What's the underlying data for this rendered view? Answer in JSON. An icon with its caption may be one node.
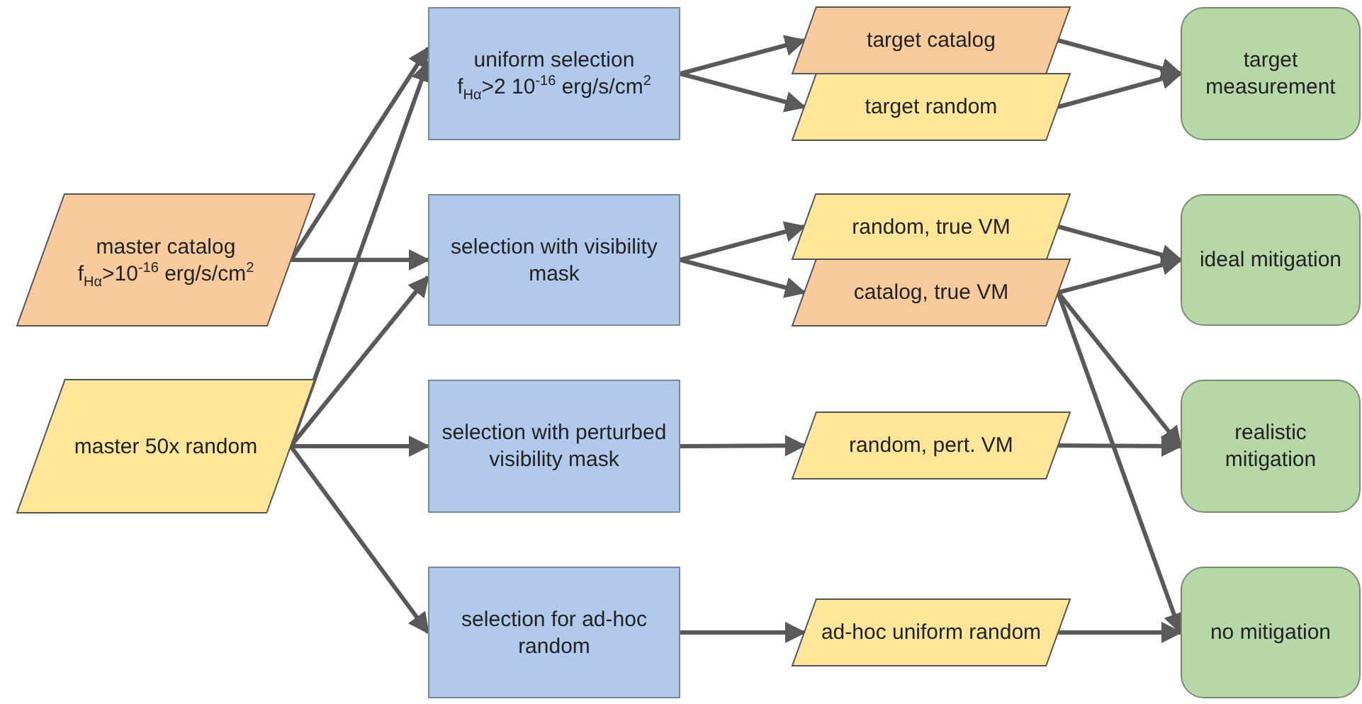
{
  "diagram": {
    "nodes": [
      {
        "text": [
          "master catalog",
          "f$_{Hα}$>10$^{-16}$ erg/s/cm$^{2}$"
        ]
      },
      {
        "text": [
          "master 50x random"
        ]
      },
      {
        "text": [
          "uniform selection",
          "f$_{Hα}$>2 10$^{-16}$ erg/s/cm$^{2}$"
        ]
      },
      {
        "text": [
          "selection with visibility mask"
        ]
      },
      {
        "text": [
          "selection with perturbed visibility mask"
        ]
      },
      {
        "text": [
          "selection for ad-hoc random"
        ]
      },
      {
        "text": [
          "target catalog"
        ]
      },
      {
        "text": [
          "target random"
        ]
      },
      {
        "text": [
          "random, true VM"
        ]
      },
      {
        "text": [
          "catalog, true VM"
        ]
      },
      {
        "text": [
          "random, pert. VM"
        ]
      },
      {
        "text": [
          "ad-hoc uniform random"
        ]
      },
      {
        "text": [
          "target measurement"
        ]
      },
      {
        "text": [
          "ideal mitigation"
        ]
      },
      {
        "text": [
          "realistic mitigation"
        ]
      },
      {
        "text": [
          "no mitigation"
        ]
      }
    ],
    "edges": [
      {
        "from": 0,
        "to": 2,
        "arrow": "to"
      },
      {
        "from": 0,
        "to": 3,
        "arrow": "to"
      },
      {
        "from": 1,
        "to": 2,
        "arrow": "to"
      },
      {
        "from": 1,
        "to": 3,
        "arrow": "to"
      },
      {
        "from": 1,
        "to": 4,
        "arrow": "to"
      },
      {
        "from": 1,
        "to": 5,
        "arrow": "to"
      },
      {
        "from": 2,
        "to": 6,
        "arrow": "to"
      },
      {
        "from": 2,
        "to": 7,
        "arrow": "to"
      },
      {
        "from": 3,
        "to": 8,
        "arrow": "to"
      },
      {
        "from": 3,
        "to": 9,
        "arrow": "to"
      },
      {
        "from": 4,
        "to": 10,
        "arrow": "to"
      },
      {
        "from": 5,
        "to": 11,
        "arrow": "to"
      },
      {
        "from": 6,
        "to": 12,
        "arrow": "to"
      },
      {
        "from": 7,
        "to": 12,
        "arrow": "to"
      },
      {
        "from": 8,
        "to": 13,
        "arrow": "to"
      },
      {
        "from": 9,
        "to": 13,
        "arrow": "to"
      },
      {
        "from": 9,
        "to": 14,
        "arrow": "to"
      },
      {
        "from": 9,
        "to": 15,
        "arrow": "to"
      },
      {
        "from": 10,
        "to": 14,
        "arrow": "to"
      },
      {
        "from": 11,
        "to": 15,
        "arrow": "to"
      }
    ]
  }
}
